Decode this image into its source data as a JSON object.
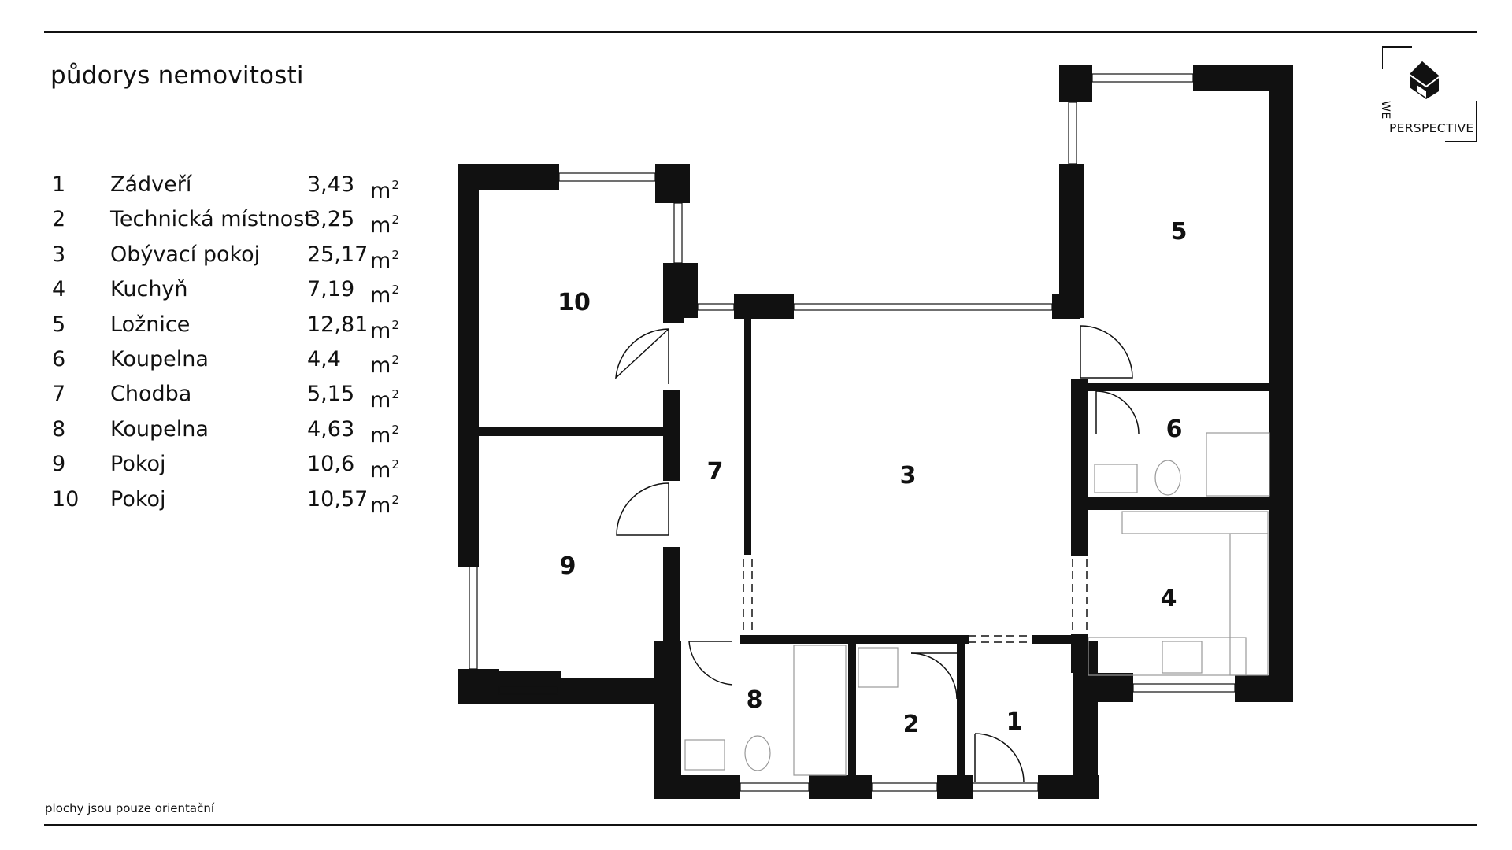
{
  "title": "půdorys nemovitosti",
  "legend": [
    {
      "num": "1",
      "name": "Zádveří",
      "area": "3,43",
      "unit": "m",
      "exp": "2"
    },
    {
      "num": "2",
      "name": "Technická místnost",
      "area": "3,25",
      "unit": "m",
      "exp": "2"
    },
    {
      "num": "3",
      "name": "Obývací pokoj",
      "area": "25,17",
      "unit": "m",
      "exp": "2"
    },
    {
      "num": "4",
      "name": "Kuchyň",
      "area": "7,19",
      "unit": "m",
      "exp": "2"
    },
    {
      "num": "5",
      "name": "Ložnice",
      "area": "12,81",
      "unit": "m",
      "exp": "2"
    },
    {
      "num": "6",
      "name": "Koupelna",
      "area": "4,4",
      "unit": "m",
      "exp": "2"
    },
    {
      "num": "7",
      "name": "Chodba",
      "area": "5,15",
      "unit": "m",
      "exp": "2"
    },
    {
      "num": "8",
      "name": "Koupelna",
      "area": "4,63",
      "unit": "m",
      "exp": "2"
    },
    {
      "num": "9",
      "name": "Pokoj",
      "area": "10,6",
      "unit": "m",
      "exp": "2"
    },
    {
      "num": "10",
      "name": "Pokoj",
      "area": "10,57",
      "unit": "m",
      "exp": "2"
    }
  ],
  "rooms": {
    "r1": "1",
    "r2": "2",
    "r3": "3",
    "r4": "4",
    "r5": "5",
    "r6": "6",
    "r7": "7",
    "r8": "8",
    "r9": "9",
    "r10": "10"
  },
  "note": "plochy jsou pouze orientační",
  "logo": {
    "line1": "WE",
    "line2": "PERSPECTIVE"
  },
  "colors": {
    "wall": "#111111",
    "fixture": "#999999",
    "background": "#ffffff"
  }
}
